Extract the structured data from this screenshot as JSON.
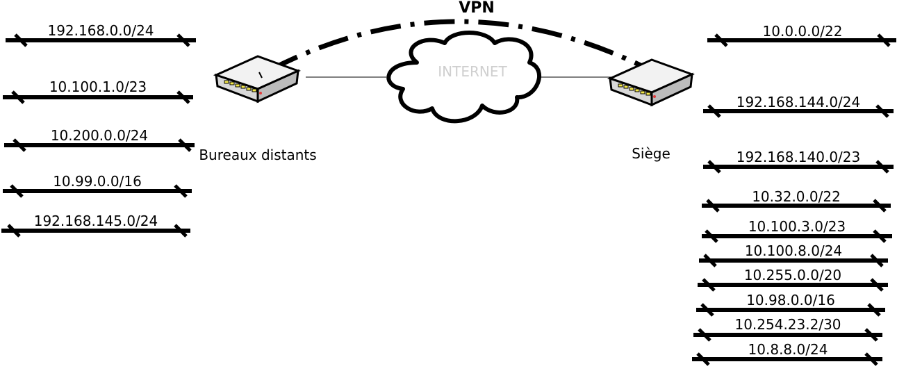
{
  "vpn_label": "VPN",
  "internet_label": "INTERNET",
  "remote_site": {
    "label": "Bureaux distants",
    "networks": [
      "192.168.0.0/24",
      "10.100.1.0/23",
      "10.200.0.0/24",
      "10.99.0.0/16",
      "192.168.145.0/24"
    ]
  },
  "hq_site": {
    "label": "Siège",
    "networks": [
      "10.0.0.0/22",
      "192.168.144.0/24",
      "192.168.140.0/23",
      "10.32.0.0/22",
      "10.100.3.0/23",
      "10.100.8.0/24",
      "10.255.0.0/20",
      "10.98.0.0/16",
      "10.254.23.2/30",
      "10.8.8.0/24"
    ]
  },
  "colors": {
    "line": "#000000",
    "cloud_text": "#cfcfcf",
    "led": "#f4e84a",
    "led_red": "#e23b3b"
  }
}
